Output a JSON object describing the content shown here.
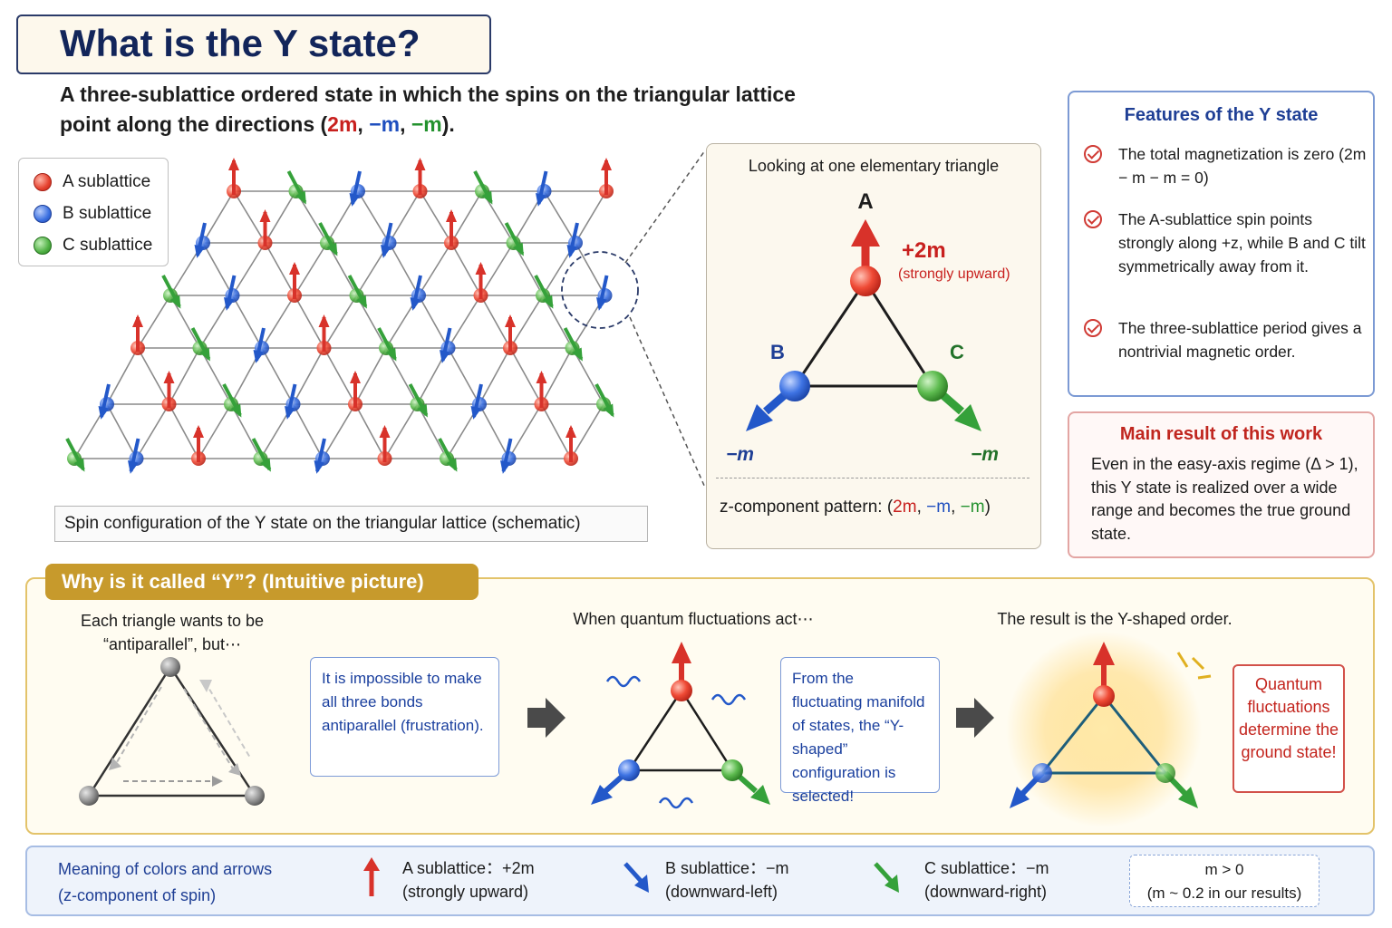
{
  "header": {
    "title": "What is the Y state?",
    "subtitle_line1": "A three-sublattice ordered state in which the spins on the triangular lattice",
    "subtitle_line2_prefix": "point along the directions (",
    "dir_a": "2m",
    "sep1": ", ",
    "dir_b": "−m",
    "sep2": ", ",
    "dir_c": "−m",
    "subtitle_line2_suffix": ")."
  },
  "legend": {
    "a": "A sublattice",
    "b": "B sublattice",
    "c": "C sublattice"
  },
  "lattice_caption": "Spin configuration of the Y state on the triangular lattice (schematic)",
  "triangle_panel": {
    "heading": "Looking at one elementary triangle",
    "label_a": "A",
    "label_b": "B",
    "label_c": "C",
    "a_value": "+2m",
    "a_note": "(strongly upward)",
    "b_value": "−m",
    "c_value": "−m",
    "pattern_prefix": "z-component pattern: (",
    "pattern_a": "2m",
    "pattern_sep1": ", ",
    "pattern_b": "−m",
    "pattern_sep2": ", ",
    "pattern_c": "−m",
    "pattern_suffix": ")"
  },
  "features": {
    "title": "Features of the Y state",
    "items": [
      "The total magnetization is zero (2m − m − m = 0)",
      "The A-sublattice spin points strongly along +z, while B and C tilt symmetrically away from it.",
      "The three-sublattice period gives a nontrivial magnetic order."
    ]
  },
  "main_result": {
    "title": "Main result of this work",
    "body": "Even in the easy-axis regime (Δ > 1), this Y state is realized over a wide range and becomes the true ground state."
  },
  "why": {
    "tab": "Why is it called “Y”? (Intuitive picture)",
    "step1_label": "Each triangle wants to be “antiparallel”, but⋯",
    "step1_callout": "It is impossible to make all three bonds antiparallel (frustration).",
    "step2_label": "When quantum fluctuations act⋯",
    "step2_callout": "From the fluctuating manifold of states, the “Y-shaped” configuration is selected!",
    "step3_label": "The result is the Y-shaped order.",
    "step3_callout": "Quantum fluctuations determine the ground state!"
  },
  "colors_legend": {
    "title_line1": "Meaning of colors and arrows",
    "title_line2": "(z-component of spin)",
    "a_line1": "A sublattice：+2m",
    "a_line2": "(strongly upward)",
    "b_line1": "B sublattice：−m",
    "b_line2": "(downward-left)",
    "c_line1": "C sublattice：−m",
    "c_line2": "(downward-right)",
    "m_line1": "m > 0",
    "m_line2": "(m ~ 0.2 in our results)"
  },
  "colors": {
    "a": "#d8322a",
    "b": "#2358c9",
    "c": "#35a13a",
    "title_navy": "#12255a",
    "gold": "#c79a2c"
  },
  "icons": [
    "check-icon",
    "arrow-right-icon",
    "wavy-line-icon",
    "sparkle-icon",
    "spin-arrow-icon"
  ]
}
